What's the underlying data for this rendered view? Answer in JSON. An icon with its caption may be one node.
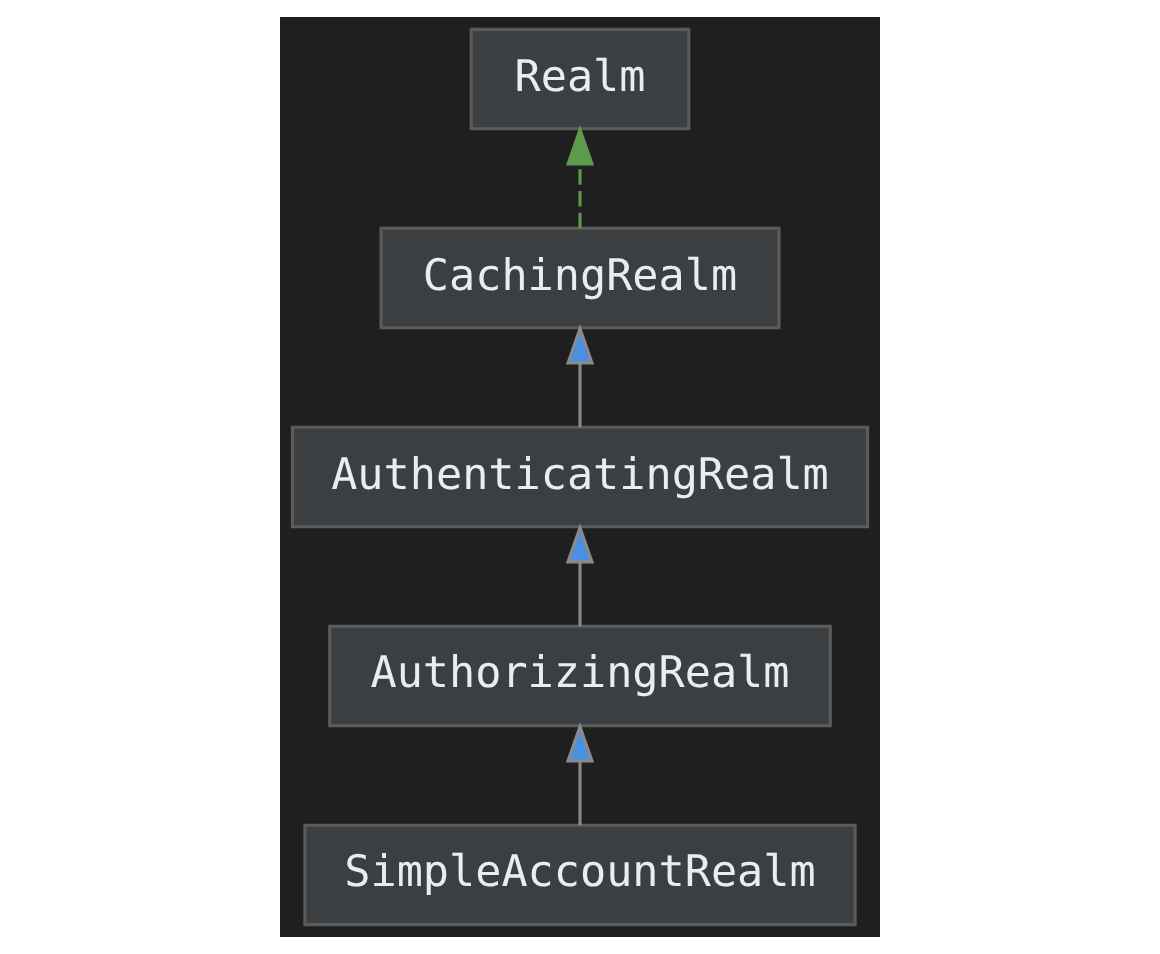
{
  "diagram": {
    "nodes": [
      {
        "text": [
          "Realm"
        ]
      },
      {
        "text": [
          "CachingRealm"
        ]
      },
      {
        "text": [
          "AuthenticatingRealm"
        ]
      },
      {
        "text": [
          "AuthorizingRealm"
        ]
      },
      {
        "text": [
          "SimpleAccountRealm"
        ]
      }
    ],
    "edges": [
      {
        "from": 1,
        "to": 0,
        "arrow": "to",
        "style": "dashed",
        "color": "#5e9a4e"
      },
      {
        "from": 2,
        "to": 1,
        "arrow": "to"
      },
      {
        "from": 3,
        "to": 2,
        "arrow": "to"
      },
      {
        "from": 4,
        "to": 3,
        "arrow": "to"
      }
    ]
  }
}
